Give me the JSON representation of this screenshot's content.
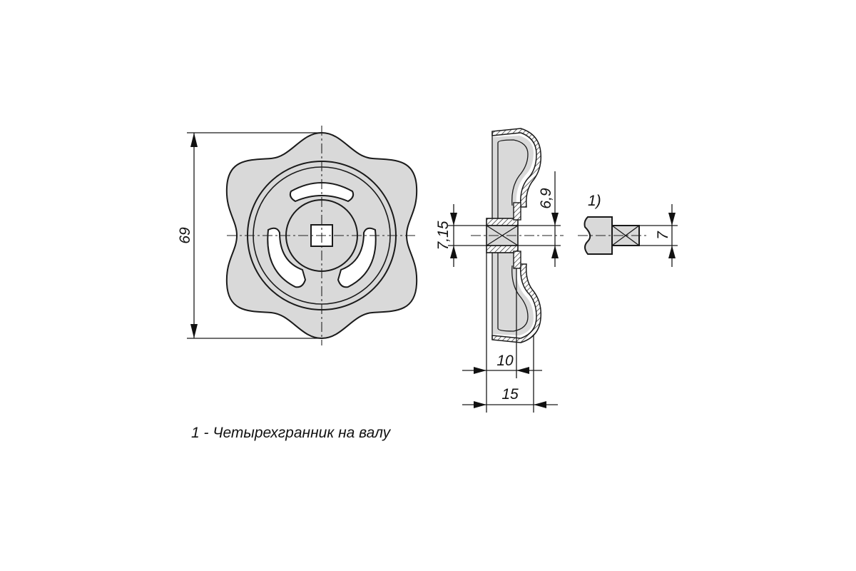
{
  "dimensions": {
    "diameter": "69",
    "bore": "7,15",
    "shaft_height": "6,9",
    "hub_length": "10",
    "total_length": "15",
    "square_size": "7"
  },
  "callout": {
    "marker": "1)"
  },
  "caption": {
    "text": "1 - Четырехгранник на валу"
  },
  "colors": {
    "part_fill": "#d9d9d9",
    "line": "#1a1a1a",
    "hatch": "#b0b0b0"
  }
}
